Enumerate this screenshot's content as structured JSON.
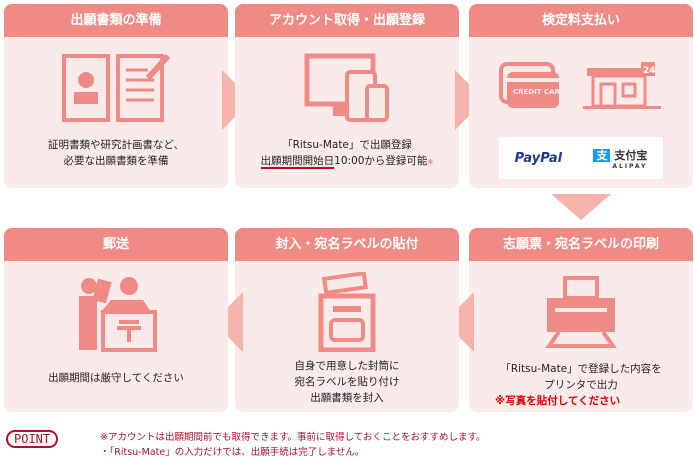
{
  "steps": [
    {
      "title": "出願書類の準備",
      "lines": [
        "証明書類や研究計画書など、",
        "必要な出願書類を準備"
      ]
    },
    {
      "title": "アカウント取得・出願登録",
      "lines": [
        "「Ritsu-Mate」で出願登録"
      ],
      "underlined": "出願期間開始日",
      "rest": "10:00から登録可能",
      "mark": "※"
    },
    {
      "title": "検定料支払い",
      "card_text": "CREDIT CARD",
      "store_badge": "24",
      "paypal": "PayPal",
      "alipay": "支付宝",
      "alipay_sub": "ALIPAY"
    },
    {
      "title": "志願票・宛名ラベルの印刷",
      "lines": [
        "「Ritsu-Mate」で登録した内容を",
        "プリンタで出力"
      ],
      "note": "※写真を貼付してください"
    },
    {
      "title": "封入・宛名ラベルの貼付",
      "lines": [
        "自身で用意した封筒に",
        "宛名ラベルを貼り付け",
        "出願書類を封入"
      ]
    },
    {
      "title": "郵送",
      "lines": [
        "出願期間は厳守してください"
      ]
    }
  ],
  "point": {
    "label": "POINT",
    "notes": [
      "※アカウントは出願期間前でも取得できます。事前に取得しておくことをおすすめします。",
      "・「Ritsu-Mate」の入力だけでは、出願手続は完了しません。"
    ]
  },
  "colors": {
    "header": "#f08a84",
    "panel": "#fbeaea",
    "arrow": "#f4b3ab",
    "accent": "#b0102a"
  }
}
